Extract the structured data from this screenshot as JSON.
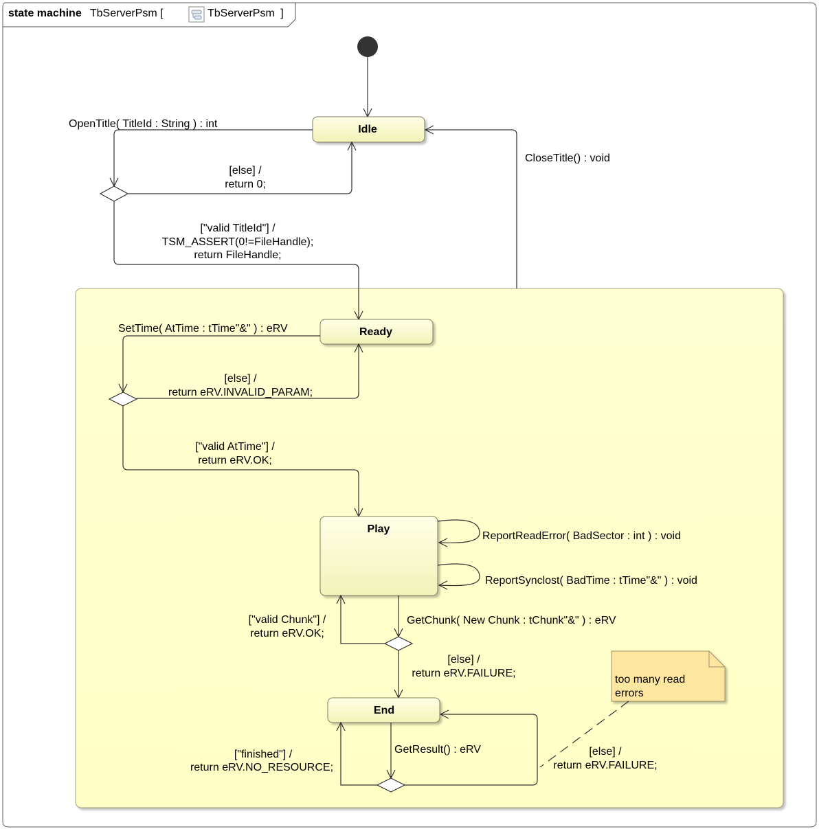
{
  "frame": {
    "keyword": "state machine",
    "name": "TbServerPsm",
    "bracket_open": "[",
    "owner": "TbServerPsm",
    "bracket_close": "]",
    "icon": "state-machine-icon"
  },
  "states": {
    "idle": "Idle",
    "ready": "Ready",
    "play": "Play",
    "end": "End"
  },
  "transitions": {
    "open_title": "OpenTitle( TitleId : String ) : int",
    "else_return0": [
      "[else] /",
      "return 0;"
    ],
    "valid_titleid": [
      "[\"valid TitleId\"] /",
      "TSM_ASSERT(0!=FileHandle);",
      "return FileHandle;"
    ],
    "close_title": "CloseTitle() : void",
    "set_time": "SetTime( AtTime : tTime\"&\" ) : eRV",
    "else_invalid_param": [
      "[else] /",
      "return eRV.INVALID_PARAM;"
    ],
    "valid_attime": [
      "[\"valid AtTime\"] /",
      "return eRV.OK;"
    ],
    "report_read_error": "ReportReadError( BadSector : int ) : void",
    "report_synclost": "ReportSynclost( BadTime : tTime\"&\" ) : void",
    "valid_chunk": [
      "[\"valid Chunk\"] /",
      "return eRV.OK;"
    ],
    "get_chunk": "GetChunk( New Chunk : tChunk\"&\" ) : eRV",
    "else_failure_play": [
      "[else] /",
      "return eRV.FAILURE;"
    ],
    "get_result": "GetResult() : eRV",
    "finished": [
      "[\"finished\"] /",
      "return eRV.NO_RESOURCE;"
    ],
    "else_failure_end": [
      "[else] /",
      "return eRV.FAILURE;"
    ]
  },
  "note": {
    "lines": [
      "too many read",
      "errors"
    ]
  },
  "colors": {
    "composite_fill": "#ffffcc",
    "state_fill_top": "#ffffde",
    "state_fill_bottom": "#f0f0b0",
    "note_fill": "#fde6a0",
    "initial_node": "#333333"
  }
}
